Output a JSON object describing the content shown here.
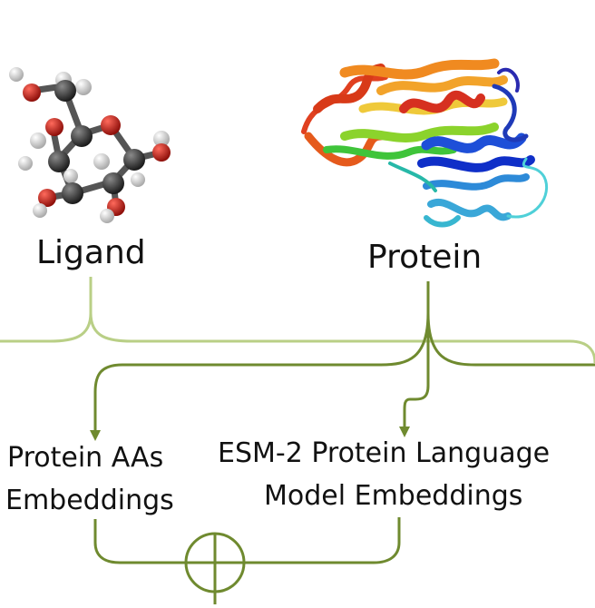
{
  "labels": {
    "ligand": "Ligand",
    "protein": "Protein",
    "protein_aas_line1": "Protein AAs",
    "protein_aas_line2": "Embeddings",
    "esm_line1": "ESM-2  Protein Language",
    "esm_line2": "Model Embeddings"
  },
  "icons": {
    "ligand": "ball-and-stick-molecule-icon",
    "protein": "ribbon-protein-structure-icon",
    "combine": "circled-plus-icon"
  },
  "colors": {
    "light_connector": "#b9cf86",
    "dark_connector": "#6f8a2f",
    "carbon": "#3a3a3a",
    "oxygen": "#c8221c",
    "hydrogen": "#e6e6e6"
  }
}
